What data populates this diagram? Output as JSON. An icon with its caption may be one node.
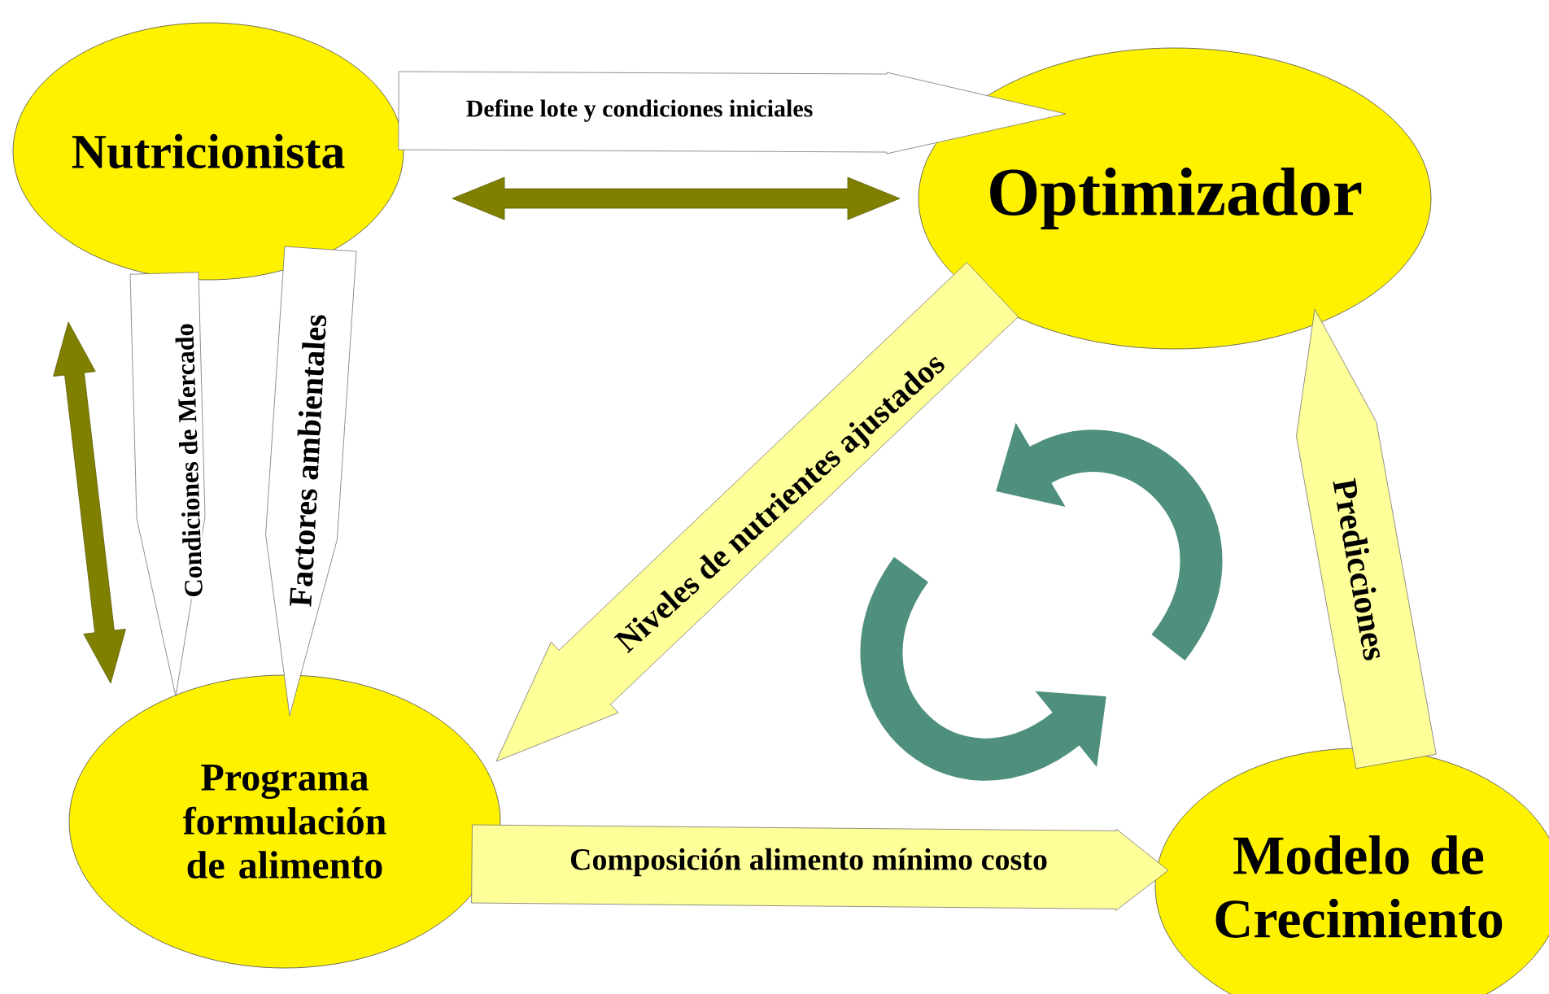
{
  "diagram": {
    "nodes": [
      {
        "text": [
          "Nutricionista"
        ]
      },
      {
        "text": [
          "Optimizador"
        ]
      },
      {
        "text": [
          "Programa formulación de alimento"
        ]
      },
      {
        "text": [
          "Modelo de Crecimiento"
        ]
      }
    ],
    "edges": [
      {
        "from": 0,
        "to": 1,
        "arrow": "to",
        "label": "Define lote y condiciones iniciales",
        "color": "#ffffff"
      },
      {
        "from": 0,
        "to": 1,
        "arrow": "both",
        "color": "#808000"
      },
      {
        "from": 0,
        "to": 2,
        "arrow": "both",
        "color": "#808000"
      },
      {
        "from": 0,
        "to": 2,
        "arrow": "to",
        "label": "Condiciones de Mercado",
        "color": "#ffffff"
      },
      {
        "from": 0,
        "to": 2,
        "arrow": "to",
        "label": "Factores ambientales",
        "color": "#ffffff"
      },
      {
        "from": 1,
        "to": 2,
        "arrow": "to",
        "label": "Niveles de nutrientes ajustados",
        "color": "#ffff99"
      },
      {
        "from": 2,
        "to": 3,
        "arrow": "to",
        "label": "Composición alimento mínimo costo",
        "color": "#ffff99"
      },
      {
        "from": 3,
        "to": 1,
        "arrow": "to",
        "label": "Predicciones",
        "color": "#ffff99"
      }
    ]
  }
}
